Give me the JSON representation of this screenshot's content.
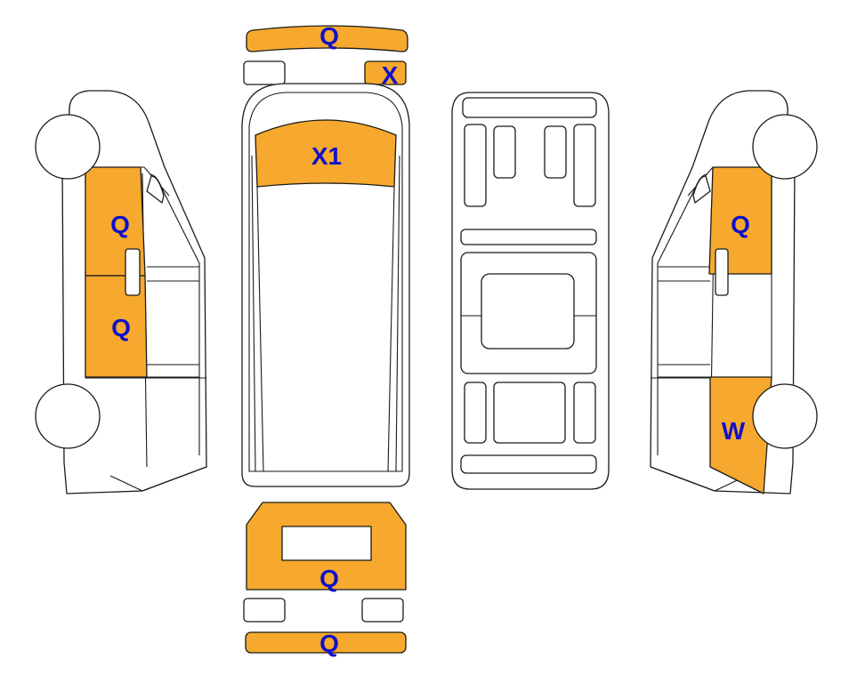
{
  "colors": {
    "damage_fill": "#F6A92E",
    "label_color": "#1010C8",
    "outline": "#1a1a1a",
    "background": "#ffffff"
  },
  "damage_labels": {
    "windshield_top": "Q",
    "front_right_light": "X",
    "hood": "X1",
    "left_front_door": "Q",
    "left_rear_panel": "Q",
    "right_front_door": "Q",
    "right_rear_quarter": "W",
    "rear_doors": "Q",
    "rear_bumper": "Q"
  }
}
